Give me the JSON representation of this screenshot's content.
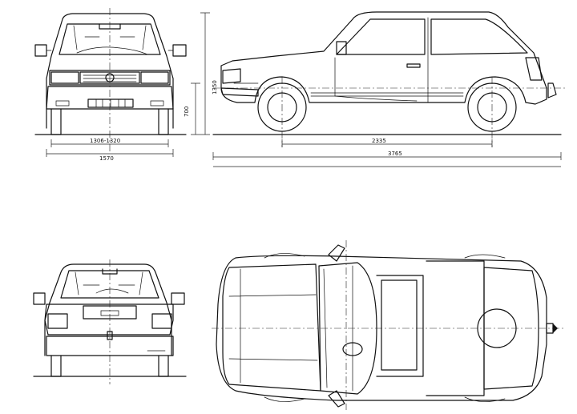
{
  "drawing": {
    "views": [
      "front",
      "side",
      "rear",
      "top"
    ],
    "dimensions": {
      "front_track": "1306-1320",
      "overall_width": "1570",
      "ground_to_bumper": "700",
      "overall_height": "1350",
      "wheelbase": "2335",
      "overall_length": "3765"
    }
  }
}
